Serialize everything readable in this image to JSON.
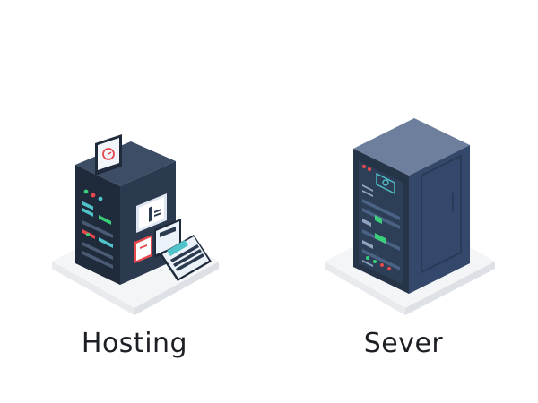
{
  "items": [
    {
      "label": "Hosting",
      "icon": "hosting-server-illustration"
    },
    {
      "label": "Sever",
      "icon": "server-rack-illustration"
    }
  ],
  "colors": {
    "background": "#ffffff",
    "platform": "#f4f5f7",
    "platform_shadow": "#e1e4e9",
    "dark_front": "#1f2a3a",
    "dark_side": "#2c3a4f",
    "dark_top": "#3d4d66",
    "rack_front": "#263448",
    "rack_side": "#33486a",
    "rack_top": "#6d7f9c",
    "accent_green": "#3ad07a",
    "accent_red": "#e5484d",
    "accent_teal": "#4fc3c9",
    "text": "#1c1f24"
  }
}
